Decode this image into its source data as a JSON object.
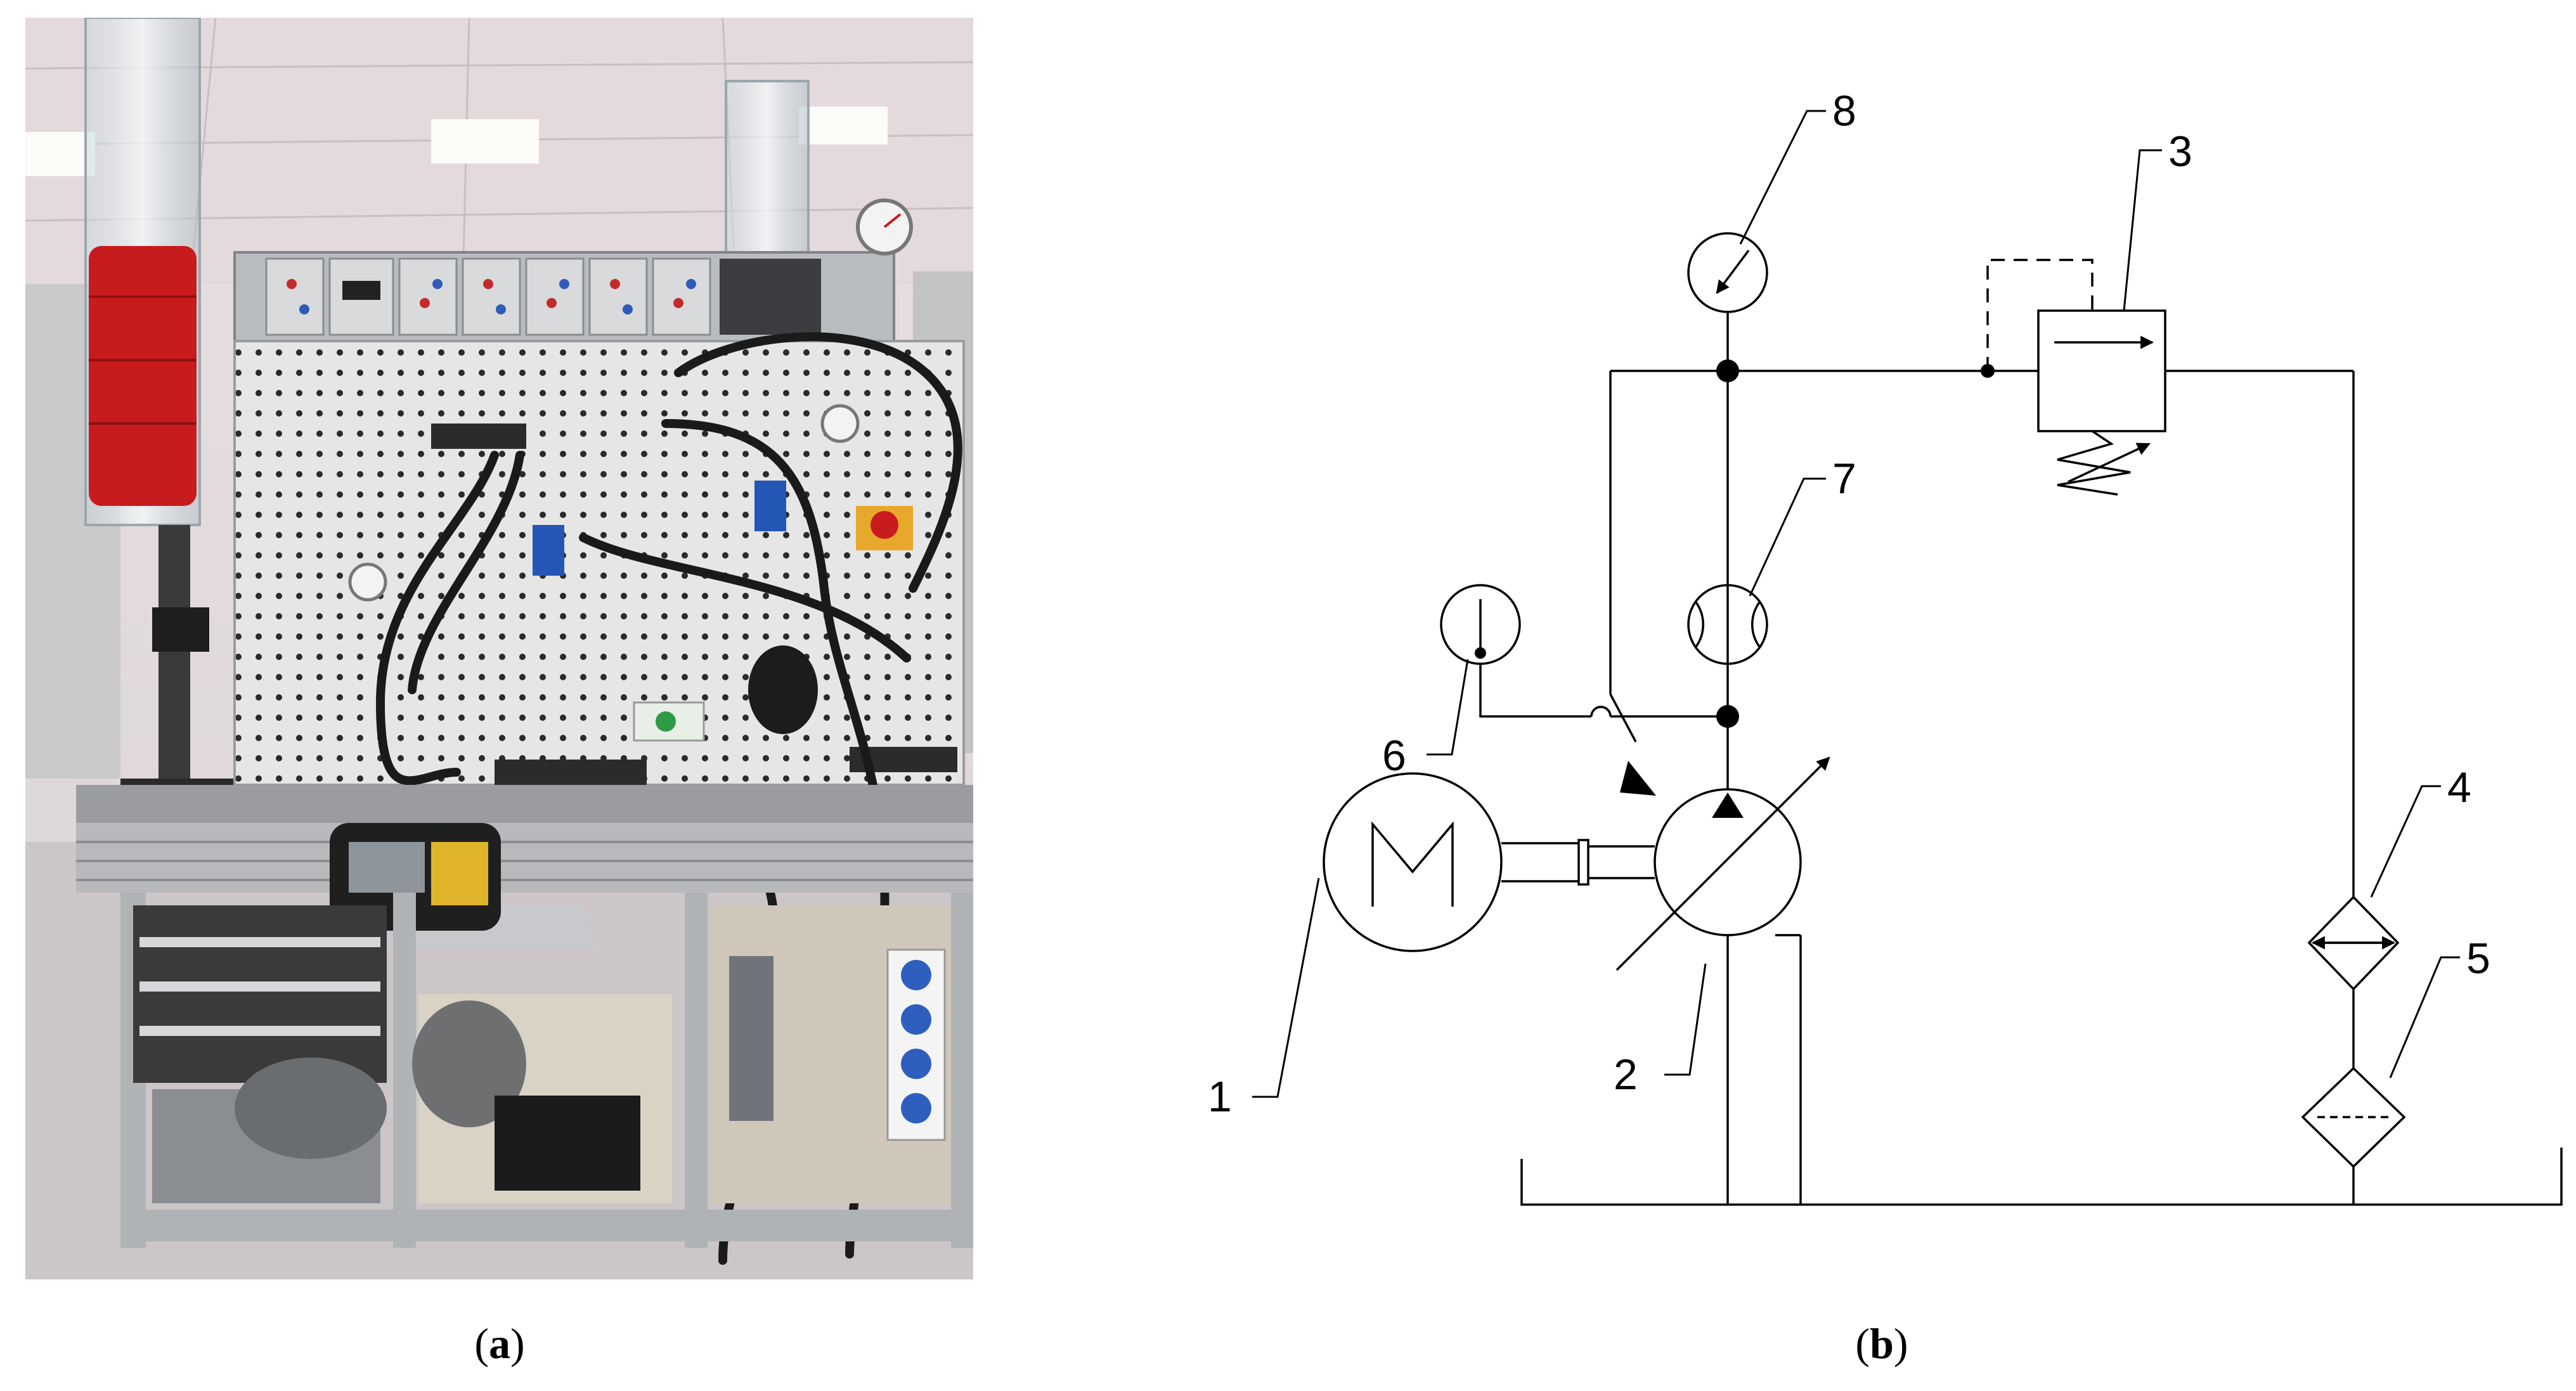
{
  "captions": {
    "a": {
      "open": "(",
      "letter": "a",
      "close": ")"
    },
    "b": {
      "open": "(",
      "letter": "b",
      "close": ")"
    }
  },
  "schematic": {
    "labels": {
      "motor": "1",
      "pump": "2",
      "relief_valve": "3",
      "cooler": "4",
      "filter": "5",
      "thermometer": "6",
      "flow_meter": "7",
      "pressure_gauge": "8"
    }
  }
}
